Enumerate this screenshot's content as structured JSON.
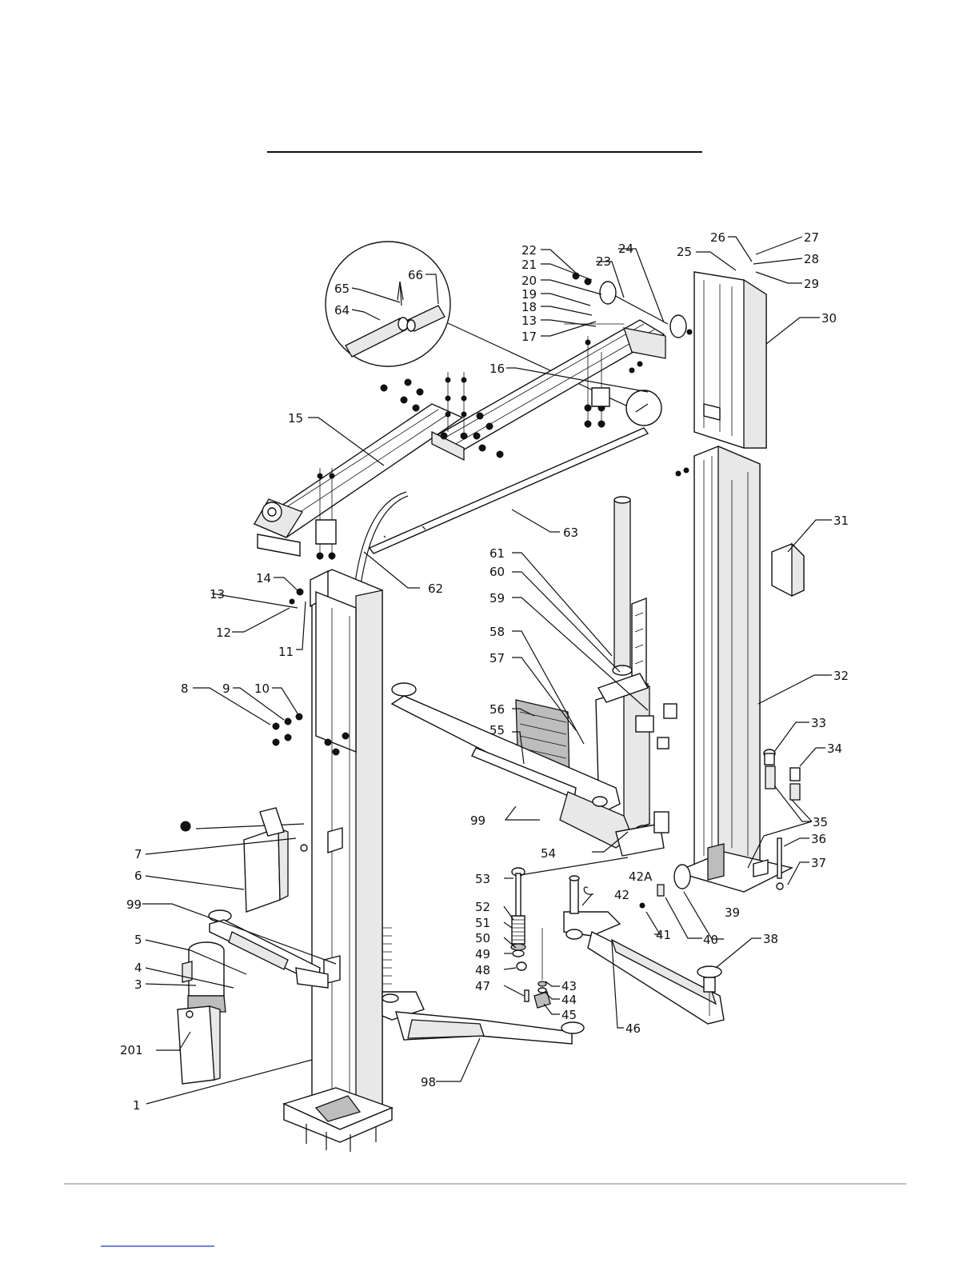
{
  "labels": [
    {
      "id": "p1",
      "text": "1"
    },
    {
      "id": "p3",
      "text": "3"
    },
    {
      "id": "p4",
      "text": "4"
    },
    {
      "id": "p5",
      "text": "5"
    },
    {
      "id": "p6",
      "text": "6"
    },
    {
      "id": "p7",
      "text": "7"
    },
    {
      "id": "p8",
      "text": "8"
    },
    {
      "id": "p9",
      "text": "9"
    },
    {
      "id": "p10",
      "text": "10"
    },
    {
      "id": "p11",
      "text": "11"
    },
    {
      "id": "p12",
      "text": "12"
    },
    {
      "id": "p13a",
      "text": "13"
    },
    {
      "id": "p14",
      "text": "14"
    },
    {
      "id": "p15",
      "text": "15"
    },
    {
      "id": "p16",
      "text": "16"
    },
    {
      "id": "p17",
      "text": "17"
    },
    {
      "id": "p13b",
      "text": "13"
    },
    {
      "id": "p18",
      "text": "18"
    },
    {
      "id": "p19",
      "text": "19"
    },
    {
      "id": "p20",
      "text": "20"
    },
    {
      "id": "p21",
      "text": "21"
    },
    {
      "id": "p22",
      "text": "22"
    },
    {
      "id": "p23",
      "text": "23"
    },
    {
      "id": "p24",
      "text": "24"
    },
    {
      "id": "p25",
      "text": "25"
    },
    {
      "id": "p26",
      "text": "26"
    },
    {
      "id": "p27",
      "text": "27"
    },
    {
      "id": "p28",
      "text": "28"
    },
    {
      "id": "p29",
      "text": "29"
    },
    {
      "id": "p30",
      "text": "30"
    },
    {
      "id": "p31",
      "text": "31"
    },
    {
      "id": "p32",
      "text": "32"
    },
    {
      "id": "p33",
      "text": "33"
    },
    {
      "id": "p34",
      "text": "34"
    },
    {
      "id": "p35",
      "text": "35"
    },
    {
      "id": "p36",
      "text": "36"
    },
    {
      "id": "p37",
      "text": "37"
    },
    {
      "id": "p38",
      "text": "38"
    },
    {
      "id": "p39",
      "text": "39"
    },
    {
      "id": "p40",
      "text": "40"
    },
    {
      "id": "p41",
      "text": "41"
    },
    {
      "id": "p42",
      "text": "42"
    },
    {
      "id": "p42a",
      "text": "42A"
    },
    {
      "id": "p43",
      "text": "43"
    },
    {
      "id": "p44",
      "text": "44"
    },
    {
      "id": "p45",
      "text": "45"
    },
    {
      "id": "p46",
      "text": "46"
    },
    {
      "id": "p47",
      "text": "47"
    },
    {
      "id": "p48",
      "text": "48"
    },
    {
      "id": "p49",
      "text": "49"
    },
    {
      "id": "p50",
      "text": "50"
    },
    {
      "id": "p51",
      "text": "51"
    },
    {
      "id": "p52",
      "text": "52"
    },
    {
      "id": "p53",
      "text": "53"
    },
    {
      "id": "p54",
      "text": "54"
    },
    {
      "id": "p55",
      "text": "55"
    },
    {
      "id": "p56",
      "text": "56"
    },
    {
      "id": "p57",
      "text": "57"
    },
    {
      "id": "p58",
      "text": "58"
    },
    {
      "id": "p59",
      "text": "59"
    },
    {
      "id": "p60",
      "text": "60"
    },
    {
      "id": "p61",
      "text": "61"
    },
    {
      "id": "p62",
      "text": "62"
    },
    {
      "id": "p63",
      "text": "63"
    },
    {
      "id": "p64",
      "text": "64"
    },
    {
      "id": "p65",
      "text": "65"
    },
    {
      "id": "p66",
      "text": "66"
    },
    {
      "id": "p98",
      "text": "98"
    },
    {
      "id": "p99a",
      "text": "99"
    },
    {
      "id": "p99b",
      "text": "99"
    },
    {
      "id": "p201",
      "text": "201"
    }
  ]
}
